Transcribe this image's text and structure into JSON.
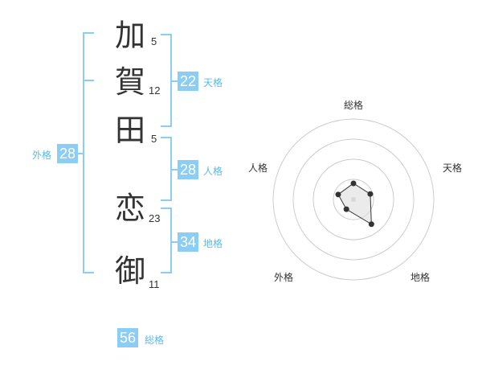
{
  "name_chars": [
    {
      "char": "加",
      "strokes": "5"
    },
    {
      "char": "賀",
      "strokes": "12"
    },
    {
      "char": "田",
      "strokes": "5"
    },
    {
      "char": "恋",
      "strokes": "23"
    },
    {
      "char": "御",
      "strokes": "11"
    }
  ],
  "fortunes": {
    "tenkaku": {
      "value": "22",
      "label": "天格"
    },
    "jinkaku": {
      "value": "28",
      "label": "人格"
    },
    "chikaku": {
      "value": "34",
      "label": "地格"
    },
    "gaikaku": {
      "value": "28",
      "label": "外格"
    },
    "soukaku": {
      "value": "56",
      "label": "総格"
    }
  },
  "chart_data": {
    "type": "radar",
    "axes": [
      "総格",
      "天格",
      "地格",
      "外格",
      "人格"
    ],
    "values": [
      0.2,
      0.22,
      0.38,
      0.15,
      0.2
    ],
    "rings": 4,
    "colors": {
      "grid": "#cccccc",
      "line": "#333333",
      "fill": "#dddddd",
      "point": "#333333"
    }
  },
  "colors": {
    "accent": "#8ccdf5",
    "accent_text": "#5cb8ee"
  }
}
